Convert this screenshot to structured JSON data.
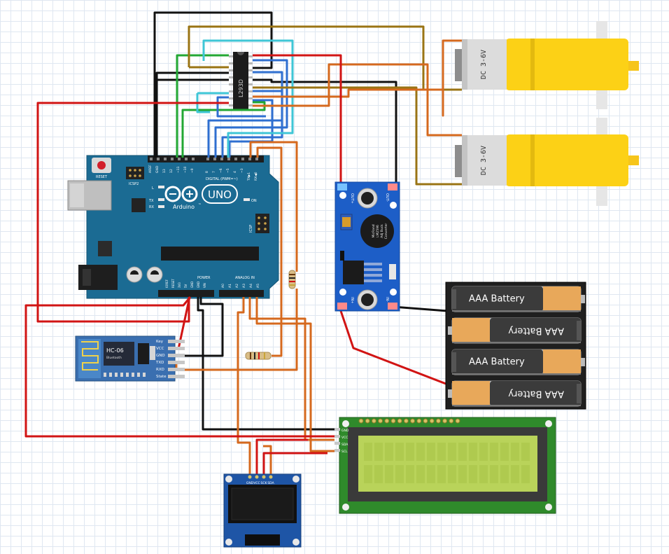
{
  "colors": {
    "board": "#1b6b93",
    "module_blue": "#1d5ec7",
    "pcb_green": "#2f8a2b",
    "lcd_screen": "#b9d35a",
    "motor_yellow": "#fcd116",
    "wire_red": "#d11414",
    "wire_black": "#111111",
    "wire_orange": "#d5691e",
    "wire_olive": "#9a7414",
    "wire_blue": "#2f6fd0",
    "wire_cyan": "#3fc6d6",
    "wire_green": "#22a733"
  },
  "arduino": {
    "reset": "RESET",
    "icsp2": "ICSP2",
    "icsp": "ICSP",
    "digital": "DIGITAL (PWM=~)",
    "pin_aref": "AREF",
    "pin_gnd": "GND",
    "pins_digital": [
      "13",
      "12",
      "~11",
      "~10",
      "~9",
      "8",
      "7",
      "~6",
      "~5",
      "4",
      "~3",
      "2"
    ],
    "pin_tx": "TX▶1",
    "pin_rx": "RX◀0",
    "led_l": "L",
    "led_tx": "TX",
    "led_rx": "RX",
    "led_on": "ON",
    "brand": "Arduino",
    "tm": "™",
    "model": "UNO",
    "power": "POWER",
    "analog": "ANALOG IN",
    "power_pins": [
      "IOREF",
      "RESET",
      "3V3",
      "5V",
      "GND",
      "GND",
      "VIN"
    ],
    "analog_pins": [
      "A0",
      "A1",
      "A2",
      "A3",
      "A4",
      "A5"
    ]
  },
  "l293d": {
    "label": "L293D"
  },
  "motors": [
    {
      "label": "DC 3-6V"
    },
    {
      "label": "DC 3-6V"
    }
  ],
  "buck": {
    "out_plus": "OUT+",
    "out_minus": "OUT-",
    "in_plus": "IN+",
    "in_minus": "IN-",
    "chip_lines": [
      "MicRand",
      "LM2596",
      "Adj Buck",
      "Converter"
    ]
  },
  "batteries": [
    {
      "label": "AAA Battery",
      "flipped": false
    },
    {
      "label": "AAA Battery",
      "flipped": true
    },
    {
      "label": "AAA Battery",
      "flipped": false
    },
    {
      "label": "AAA Battery",
      "flipped": true
    }
  ],
  "bluetooth": {
    "model": "HC-06",
    "sub": "Bluetooth",
    "pins": [
      "Key",
      "VCC",
      "GND",
      "TXD",
      "RXD",
      "State"
    ]
  },
  "lcd": {
    "pins": [
      "GND",
      "VCC",
      "SDA",
      "SCL"
    ]
  },
  "oled": {
    "pins": [
      "GND",
      "VCC",
      "SCK",
      "SDA"
    ]
  }
}
